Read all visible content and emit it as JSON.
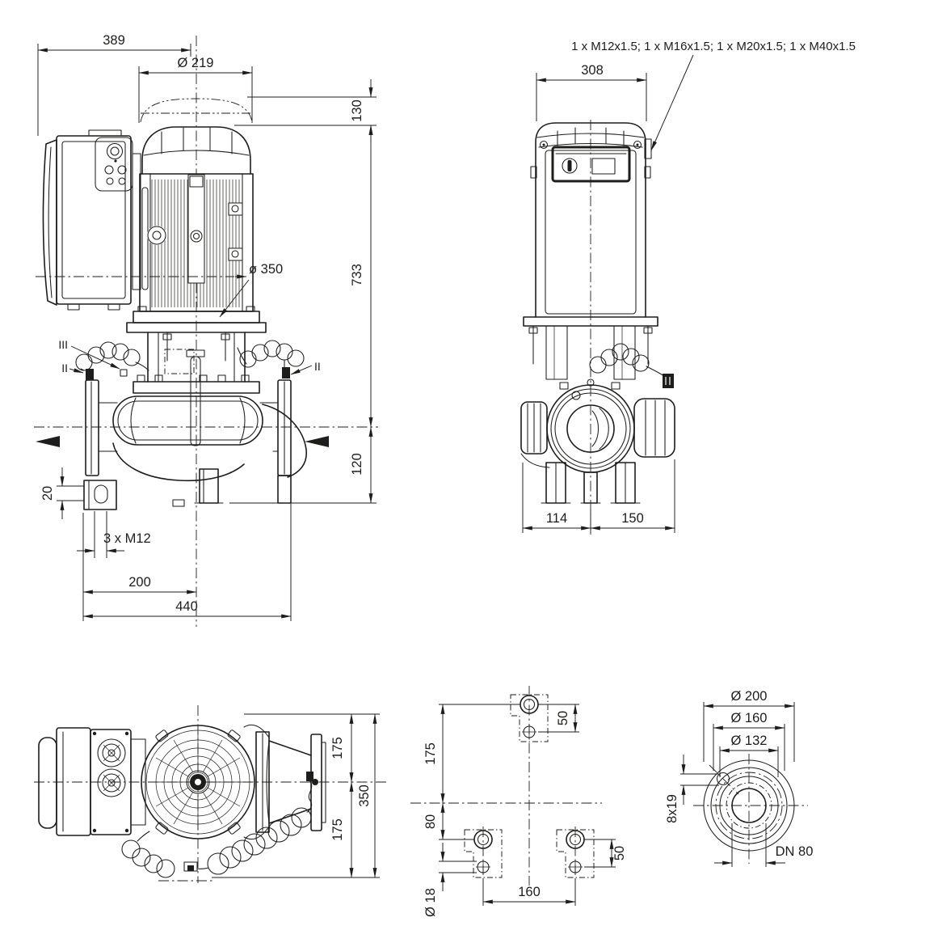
{
  "colors": {
    "line": "#1d1d1b",
    "background": "#ffffff"
  },
  "views": {
    "side": {
      "dims": {
        "len389": "389",
        "dia219": "Ø 219",
        "h130": "130",
        "h733": "733",
        "dia350": "ø 350",
        "h120": "120",
        "slot20": "20",
        "footHoles": "3 x M12",
        "len200": "200",
        "len440": "440"
      },
      "refs": {
        "iiLeft": "II",
        "iii": "III",
        "iiRight": "II"
      }
    },
    "front": {
      "glands": "1 x M12x1.5; 1 x M16x1.5; 1 x M20x1.5; 1 x M40x1.5",
      "dims": {
        "w308": "308",
        "a114": "114",
        "b150": "150"
      }
    },
    "top": {
      "dims": {
        "upper175": "175",
        "lower175": "175",
        "total350": "350"
      }
    },
    "foundation": {
      "dims": {
        "v175": "175",
        "v80": "80",
        "top50": "50",
        "bottom50": "50",
        "holeDia": "Ø 18",
        "s160": "160"
      }
    },
    "flange": {
      "dims": {
        "d200": "Ø 200",
        "d160": "Ø 160",
        "d132": "Ø 132",
        "boltHoles": "8x19",
        "dn": "DN 80"
      }
    }
  }
}
